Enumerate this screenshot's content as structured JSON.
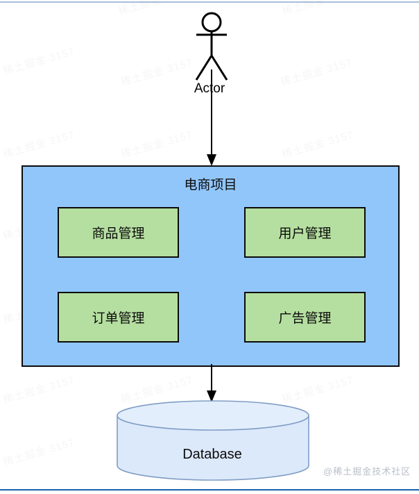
{
  "diagram": {
    "actor": {
      "label": "Actor",
      "icon": "stick-figure-actor-icon"
    },
    "system": {
      "title": "电商项目",
      "fill_color": "#91c6fb",
      "border_color": "#0b0b0b",
      "modules": [
        {
          "label": "商品管理"
        },
        {
          "label": "用户管理"
        },
        {
          "label": "订单管理"
        },
        {
          "label": "广告管理"
        }
      ],
      "module_fill_color": "#b5dfa0"
    },
    "database": {
      "label": "Database",
      "icon": "cylinder-database-icon",
      "fill_color": "#dce9fb",
      "border_color": "#7f9dc4"
    },
    "connectors": [
      {
        "name": "actor-to-system",
        "icon": "arrow-down-icon"
      },
      {
        "name": "system-to-database",
        "icon": "arrow-down-icon"
      }
    ]
  },
  "watermarks": {
    "corner": "@稀土掘金技术社区",
    "tiled": "稀土掘金 3157"
  }
}
